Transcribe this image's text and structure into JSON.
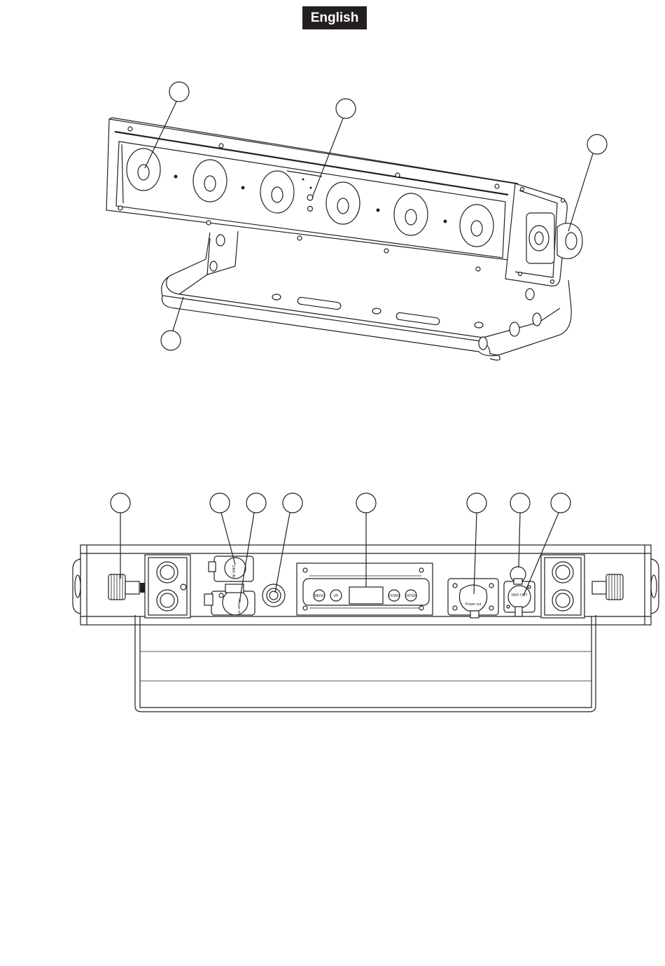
{
  "header": {
    "language_label": "English"
  },
  "rear_panel": {
    "button_labels": [
      "MENU",
      "UP",
      "DOWN",
      "ENTER"
    ],
    "connector_labels": [
      "Power out",
      "Power in",
      "DMX OUT",
      "DMX IN"
    ]
  }
}
